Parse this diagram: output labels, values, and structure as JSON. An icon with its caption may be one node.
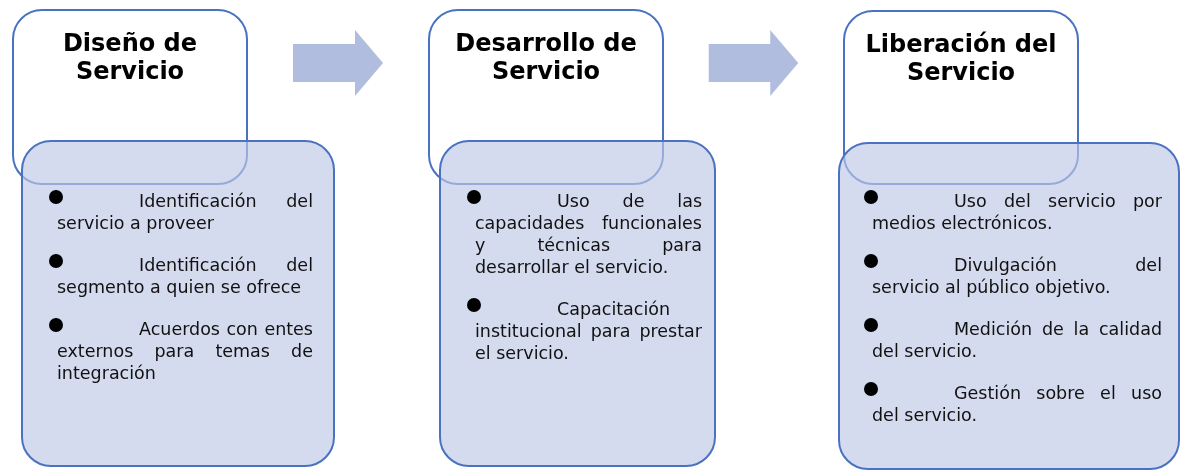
{
  "diagram": {
    "nodes": [
      {
        "text": [
          "Diseño de Servicio"
        ]
      },
      {
        "text": [
          "Identificación del servicio a proveer",
          "Identificación del segmento a quien se ofrece",
          "Acuerdos con entes externos para temas de integración"
        ]
      },
      {
        "text": [
          "Desarrollo de Servicio"
        ]
      },
      {
        "text": [
          "Uso de las capacidades funcionales y técnicas para desarrollar el servicio.",
          "Capacitación institucional para prestar el servicio."
        ]
      },
      {
        "text": [
          "Liberación del Servicio"
        ]
      },
      {
        "text": [
          "Uso del servicio por medios electrónicos.",
          "Divulgación del servicio al público objetivo.",
          "Medición de la calidad del servicio.",
          "Gestión sobre el uso del servicio."
        ]
      }
    ],
    "edges": [
      {
        "from": 0,
        "to": 2,
        "arrow": "to",
        "style": "thick"
      },
      {
        "from": 2,
        "to": 4,
        "arrow": "to",
        "style": "thick"
      }
    ]
  }
}
